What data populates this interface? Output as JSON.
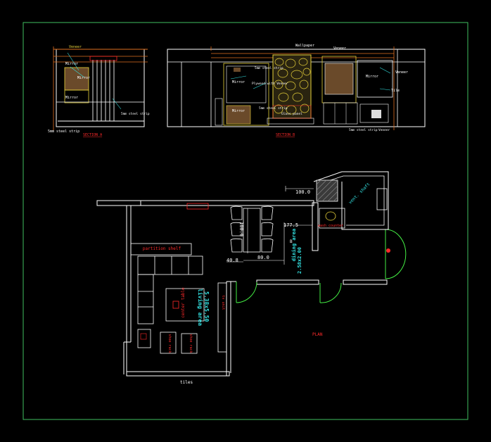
{
  "colors": {
    "background": "#000000",
    "frame": "#3fbf5f",
    "wall": "#ffffff",
    "orange": "#e07020",
    "red": "#ff2a2a",
    "cyan": "#33e0e0",
    "yellow": "#e8d23a",
    "green": "#44ee44",
    "gray": "#9a9a9a",
    "brown": "#6a4a2a"
  },
  "elevation_left": {
    "title": "SECTION A",
    "labels": {
      "veneer": "Veneer",
      "mirror_top": "Mirror",
      "mirror_mid": "Mirror",
      "mirror_low": "Mirror",
      "steel_strip": "5mm steel strip",
      "steel_strip_bottom": "5mm steel strip"
    }
  },
  "elevation_right": {
    "title": "SECTION B",
    "labels": {
      "wallpaper": "Wallpaper",
      "veneer_top": "Veneer",
      "veneer_right": "Veneer",
      "mirror_a": "Mirror",
      "mirror_b": "Mirror",
      "mirror_c": "Mirror",
      "plywood": "Plywood with Veneer",
      "steel_strip_a": "5mm steel strip",
      "steel_strip_b": "5mm steel strip",
      "glass_panel": "Glass panel",
      "tile": "Tile",
      "steel_strip_bottom": "5mm steel strip",
      "veneer_bottom": "Veneer"
    }
  },
  "plan": {
    "title": "PLAN",
    "dimensions": {
      "d1000": "100.0",
      "d1775": "177.5",
      "d1800": "180.0",
      "d800": "80.0",
      "d408": "40.8",
      "marker_b": "B"
    },
    "rooms": {
      "living": {
        "name": "living area",
        "size": "5.38x5.50"
      },
      "dining": {
        "name": "dining area",
        "size": "2.58x2.00"
      },
      "vent": "vent. shaft"
    },
    "furniture": {
      "partition_shelf": "partition shelf",
      "center_table": "center table",
      "tv_unit": "tv unit",
      "shoe_rack": "shoe rack",
      "wash_counter": "wash counter"
    },
    "bottom_label": "tiles"
  }
}
